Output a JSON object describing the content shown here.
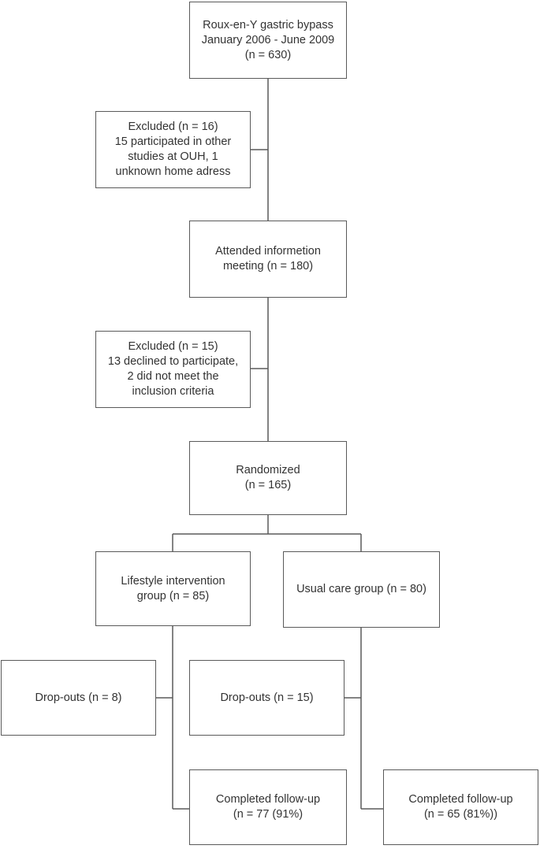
{
  "boxes": {
    "source": {
      "lines": [
        "Roux-en-Y gastric bypass",
        "January 2006 - June 2009",
        "(n = 630)"
      ]
    },
    "excluded_1": {
      "lines": [
        "Excluded (n = 16)",
        "15 participated in other",
        "studies at OUH, 1",
        "unknown home adress"
      ]
    },
    "attended": {
      "lines": [
        "Attended informetion",
        "meeting (n = 180)"
      ]
    },
    "excluded_2": {
      "lines": [
        "Excluded (n = 15)",
        "13 declined to participate,",
        "2 did not meet the",
        "inclusion criteria"
      ]
    },
    "randomized": {
      "lines": [
        "Randomized",
        "(n = 165)"
      ]
    },
    "lifestyle_group": {
      "lines": [
        "Lifestyle intervention",
        "group (n = 85)"
      ]
    },
    "usual_care_group": {
      "lines": [
        "Usual care group (n = 80)"
      ]
    },
    "dropouts_lifestyle": {
      "lines": [
        "Drop-outs (n = 8)"
      ]
    },
    "dropouts_usual": {
      "lines": [
        "Drop-outs (n = 15)"
      ]
    },
    "completed_lifestyle": {
      "lines": [
        "Completed follow-up",
        "(n = 77 (91%)"
      ]
    },
    "completed_usual": {
      "lines": [
        "Completed follow-up",
        "(n = 65 (81%))"
      ]
    }
  }
}
